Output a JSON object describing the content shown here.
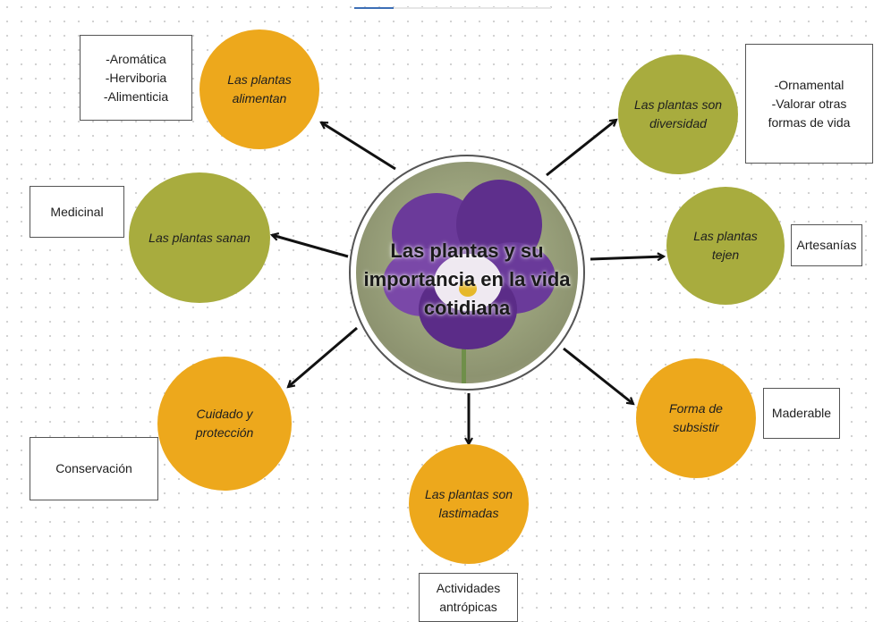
{
  "title": "Las plantas y su importancia en la vida cotidiana",
  "colors": {
    "orange": "#eda81c",
    "olive": "#a8ac3e",
    "arrow": "#111111"
  },
  "center_image": "pansy-flower",
  "nodes": [
    {
      "label": "Las plantas alimentan",
      "detail": "-Aromática\n-Herviboria\n-Alimenticia"
    },
    {
      "label": "Las plantas son diversidad",
      "detail": "-Ornamental\n-Valorar otras formas de vida"
    },
    {
      "label": "Las plantas sanan",
      "detail": "Medicinal"
    },
    {
      "label": "Las plantas tejen",
      "detail": "Artesanías"
    },
    {
      "label": "Cuidado y protección",
      "detail": "Conservación"
    },
    {
      "label": "Forma de subsistir",
      "detail": "Maderable"
    },
    {
      "label": "Las plantas son lastimadas",
      "detail": "Actividades antrópicas"
    }
  ]
}
